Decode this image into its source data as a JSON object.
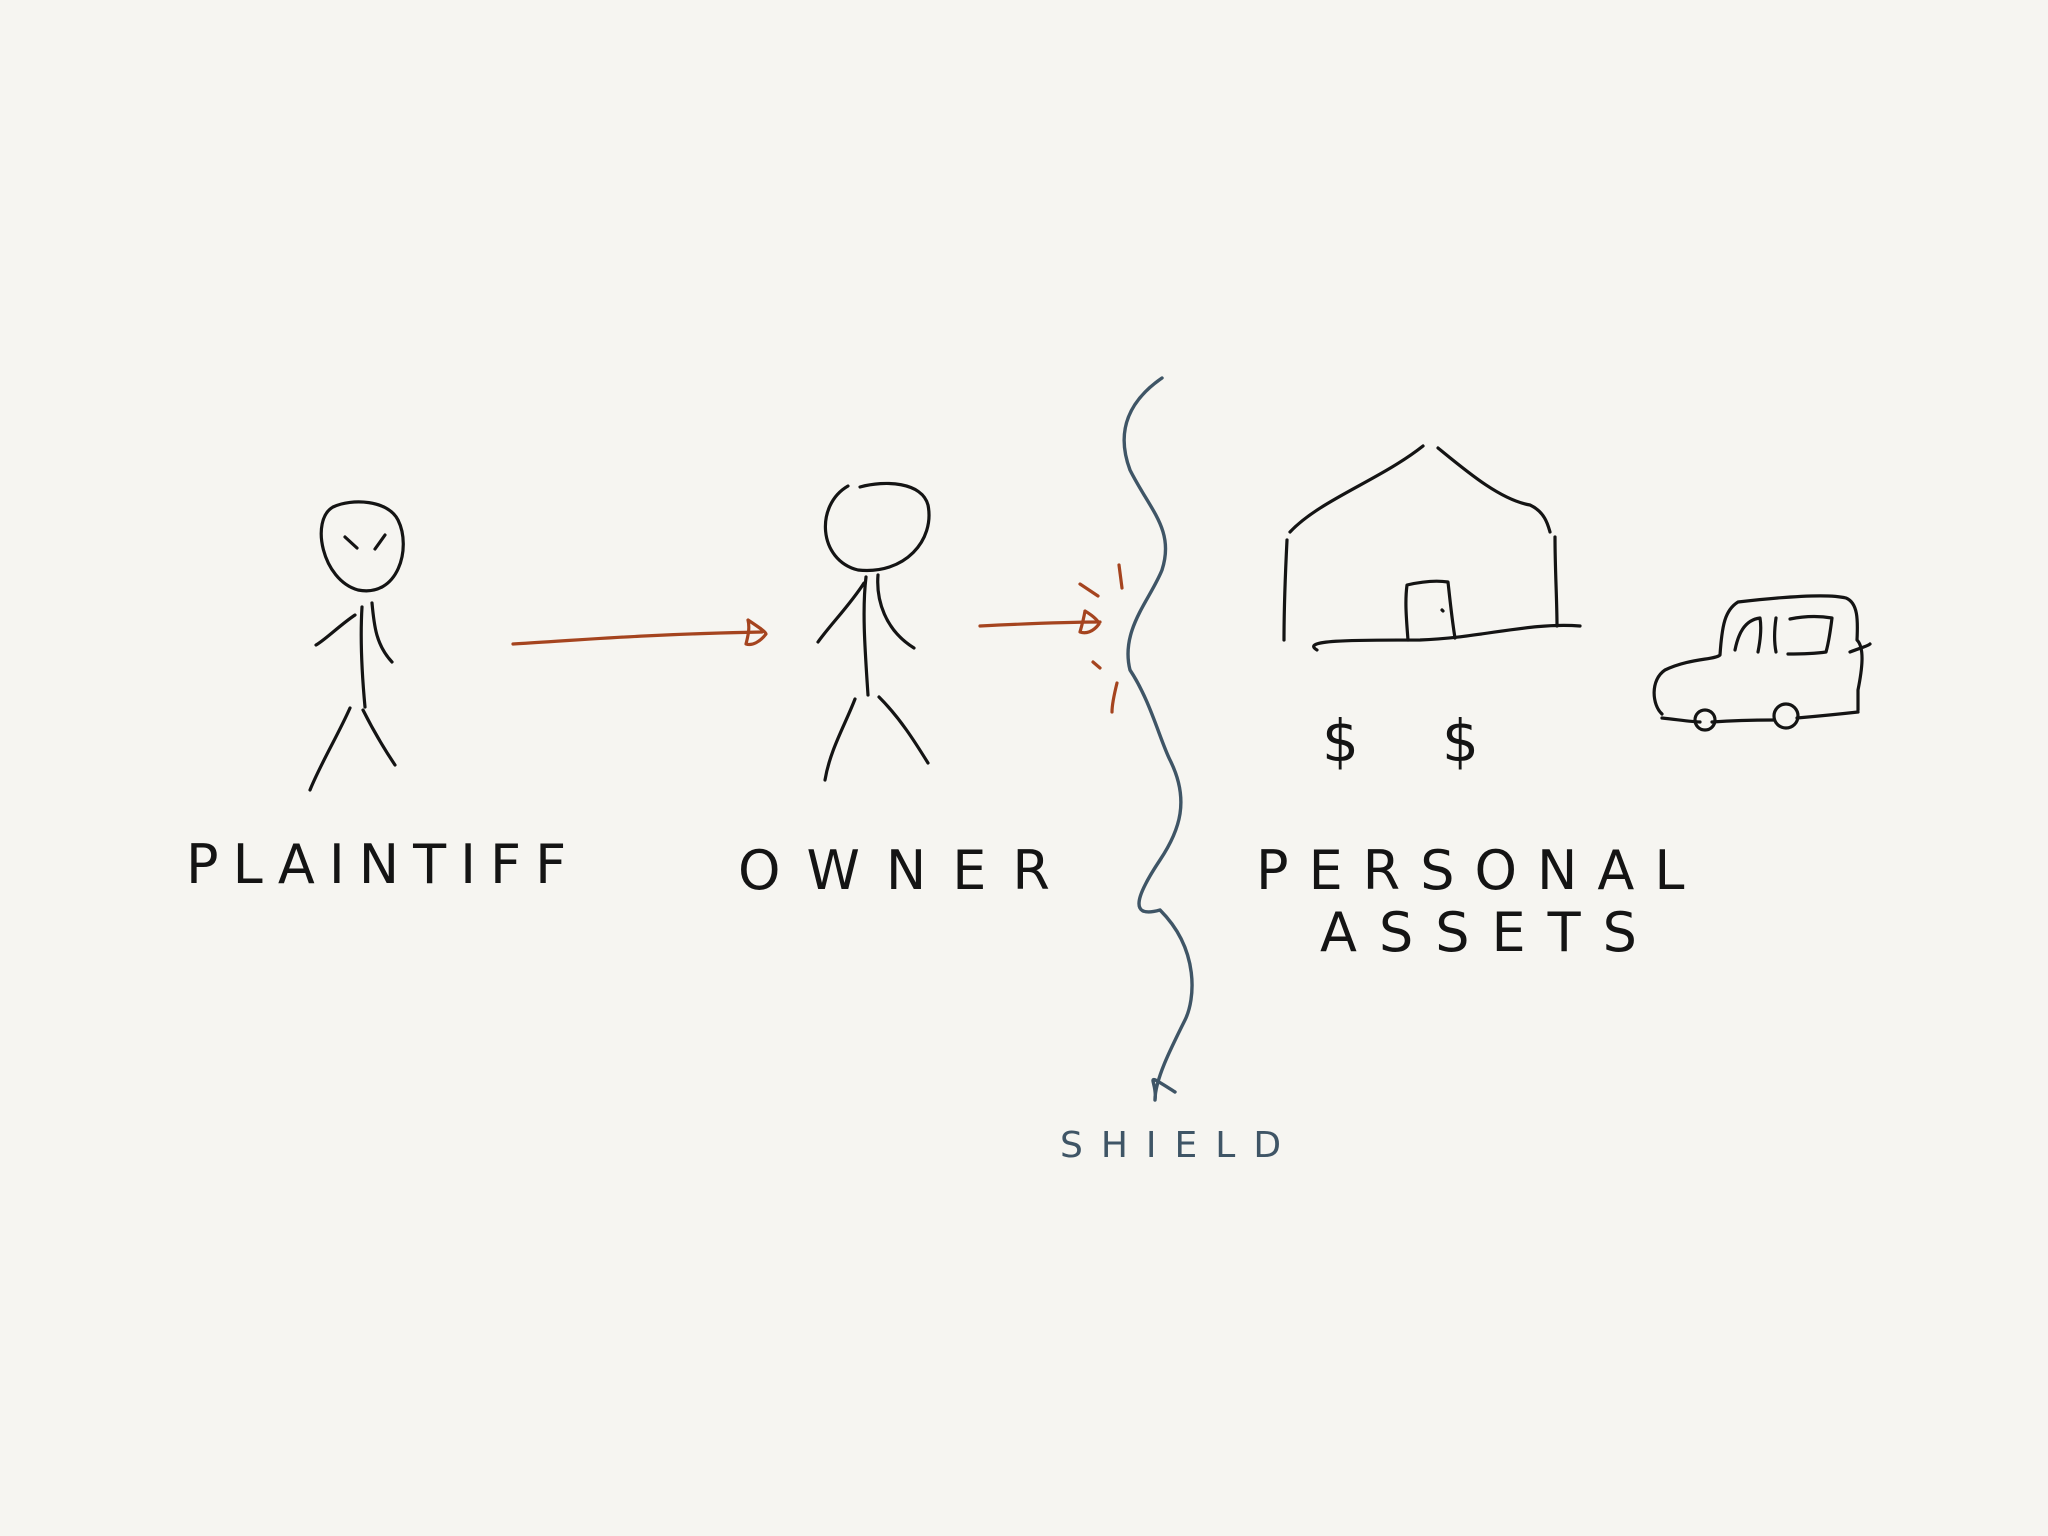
{
  "labels": {
    "plaintiff": "PLAINTIFF",
    "owner": "OWNER",
    "shield": "SHIELD",
    "personal_assets_line1": "PERSONAL",
    "personal_assets_line2": "ASSETS"
  },
  "symbols": {
    "dollar_left": "$",
    "dollar_right": "$"
  },
  "icons": [
    "plaintiff-stick-figure",
    "owner-stick-figure",
    "house-icon",
    "car-icon",
    "shield-line",
    "arrow"
  ],
  "colors": {
    "background": "#f6f5f1",
    "ink": "#141414",
    "arrow": "#a5441f",
    "shield": "#3f5566"
  }
}
